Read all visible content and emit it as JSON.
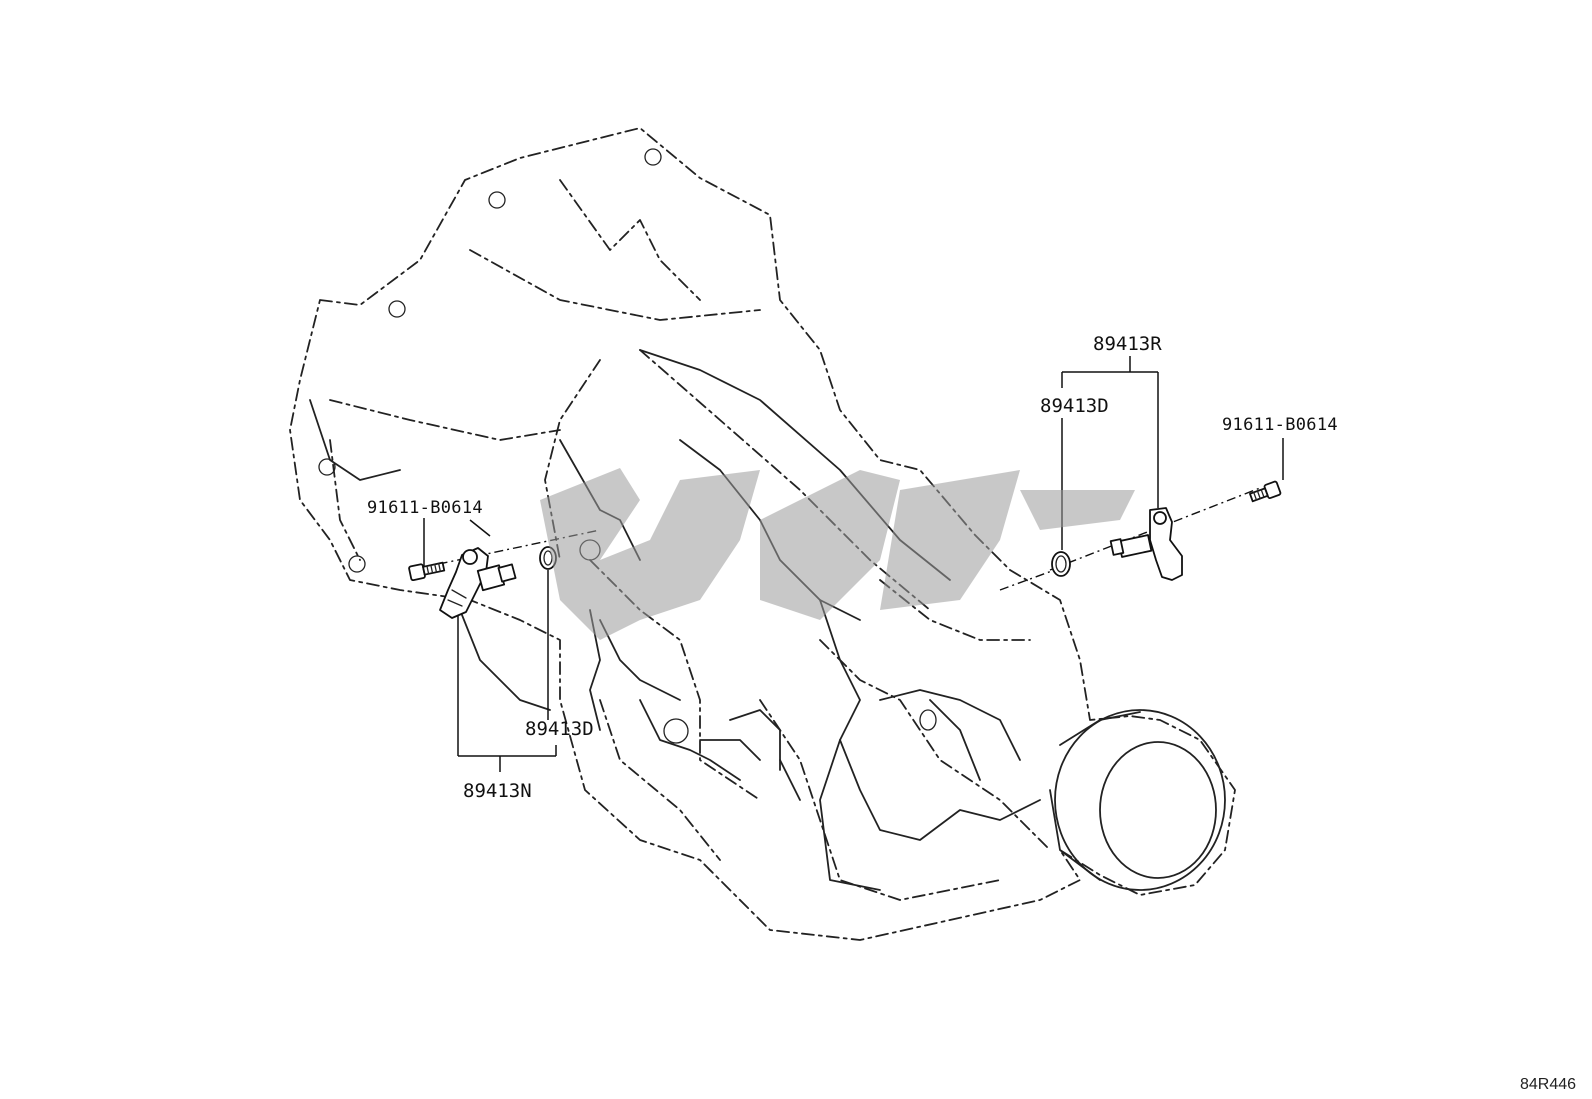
{
  "labels": {
    "sensor_rear_assembly": "89413R",
    "sensor_rear": "89413D",
    "bolt_right": "91611-B0614",
    "bolt_left": "91611-B0614",
    "sensor_front": "89413D",
    "sensor_front_assembly": "89413N"
  },
  "illustration_code": "84R446",
  "colors": {
    "line": "#222222",
    "watermark": "#9a9a9a",
    "background": "#ffffff"
  }
}
